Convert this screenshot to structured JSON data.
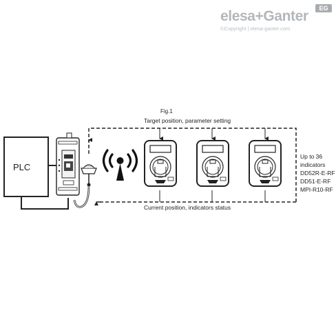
{
  "brand": {
    "name": "elesa+Ganter",
    "badge": "EG",
    "copyright": "©Copyright | elesa-ganter.com"
  },
  "diagram": {
    "fig_label": "Fig.1",
    "top_line_label": "Target position, parameter setting",
    "bottom_line_label": "Current position, indicators status",
    "plc_label": "PLC",
    "indicator_note": [
      "Up to 36",
      "indicators",
      "DD52R-E-RF",
      "DD51-E-RF",
      "MPI-R10-RF"
    ]
  }
}
